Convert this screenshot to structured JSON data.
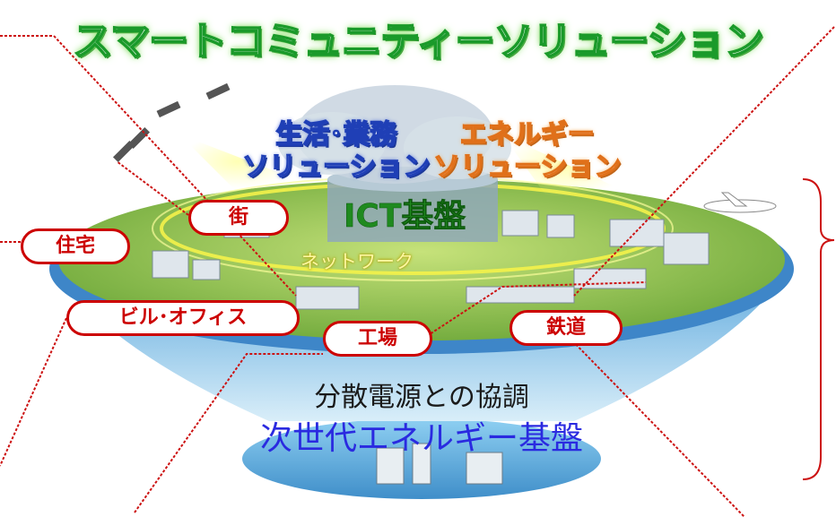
{
  "title": "スマートコミュニティーソリューション",
  "solutions": {
    "life_line1": "生活･業務",
    "life_line2": "ソリューション",
    "energy_line1": "エネルギー",
    "energy_line2": "ソリューション"
  },
  "ict_label": "ICT基盤",
  "network_label": "ネットワーク",
  "pills": {
    "jutaku": "住宅",
    "machi": "街",
    "biru_office": "ビル･オフィス",
    "kojo": "工場",
    "tetsudo": "鉄道"
  },
  "bottom": {
    "coordination": "分散電源との協調",
    "next_gen": "次世代エネルギー基盤"
  },
  "colors": {
    "title_green": "#1a9a2a",
    "life_blue": "#1f3fb6",
    "energy_orange": "#e0701a",
    "ict_green": "#1f8a1f",
    "pill_red": "#cc0000",
    "next_blue": "#2a2ae0",
    "platform_green": "#8cc04a",
    "cone_blue": "#6fb7e6"
  }
}
